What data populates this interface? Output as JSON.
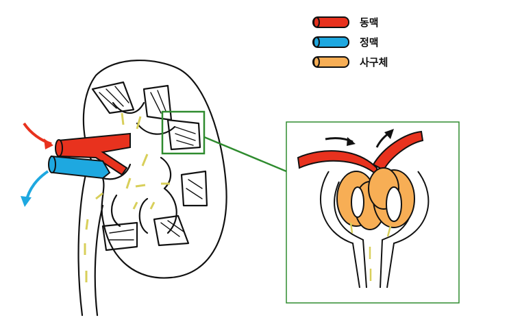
{
  "legend": [
    {
      "label": "동맥",
      "color": "#e8321e"
    },
    {
      "label": "정맥",
      "color": "#1ea8e0"
    },
    {
      "label": "사구체",
      "color": "#f7ae55"
    }
  ],
  "colors": {
    "frame": "#2e8b2e",
    "flow": "#d8cf5a",
    "outline": "#111111"
  }
}
